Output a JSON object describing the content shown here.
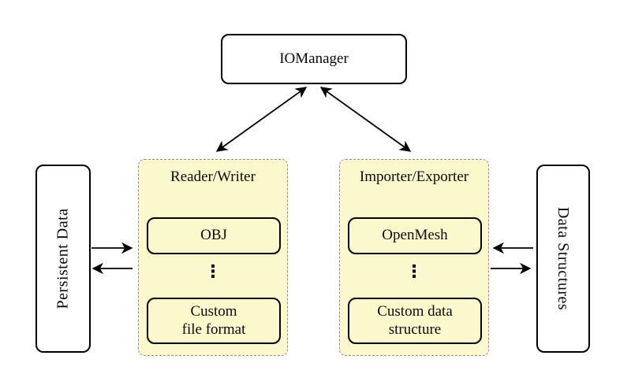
{
  "nodes": {
    "io_manager": {
      "label": "IOManager"
    },
    "persistent_data": {
      "label": "Persistent Data"
    },
    "data_structures": {
      "label": "Data Structures"
    }
  },
  "groups": [
    {
      "title": "Reader/Writer",
      "items": [
        {
          "text": "OBJ"
        },
        {
          "text": "Custom\nfile format"
        }
      ],
      "ellipsis": "⋮"
    },
    {
      "title": "Importer/Exporter",
      "items": [
        {
          "text": "OpenMesh"
        },
        {
          "text": "Custom data\nstructure"
        }
      ],
      "ellipsis": "⋮"
    }
  ],
  "connections": [
    {
      "from": "IOManager",
      "to": "Reader/Writer",
      "bidirectional": true
    },
    {
      "from": "IOManager",
      "to": "Importer/Exporter",
      "bidirectional": true
    },
    {
      "from": "Persistent Data",
      "to": "Reader/Writer",
      "bidirectional": false
    },
    {
      "from": "Reader/Writer",
      "to": "Persistent Data",
      "bidirectional": false
    },
    {
      "from": "Data Structures",
      "to": "Importer/Exporter",
      "bidirectional": false
    },
    {
      "from": "Importer/Exporter",
      "to": "Data Structures",
      "bidirectional": false
    }
  ],
  "colors": {
    "group_fill": "#FBF8CC",
    "group_border": "#8C8C8C",
    "node_border": "#000000",
    "arrow": "#000000",
    "background": "#FFFFFF"
  }
}
